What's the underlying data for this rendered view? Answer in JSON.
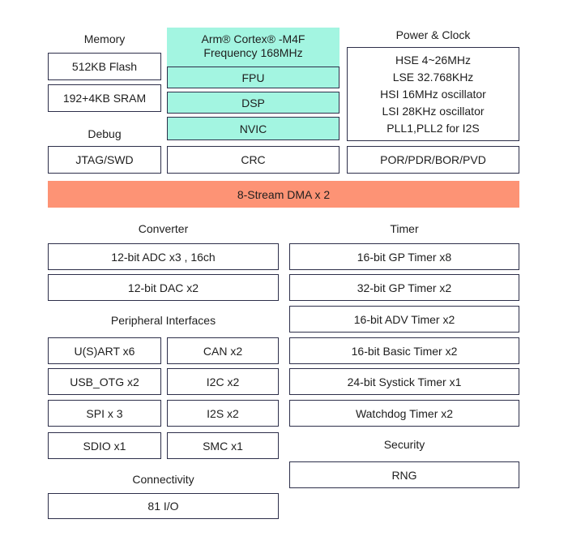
{
  "memory": {
    "title": "Memory",
    "flash": "512KB Flash",
    "sram": "192+4KB SRAM"
  },
  "debug": {
    "title": "Debug",
    "jtag": "JTAG/SWD"
  },
  "core": {
    "line1": "Arm® Cortex® -M4F",
    "line2": "Frequency 168MHz",
    "fpu": "FPU",
    "dsp": "DSP",
    "nvic": "NVIC",
    "crc": "CRC"
  },
  "power_clock": {
    "title": "Power & Clock",
    "items": [
      "HSE 4~26MHz",
      "LSE 32.768KHz",
      "HSI 16MHz oscillator",
      "LSI 28KHz oscillator",
      "PLL1,PLL2 for I2S"
    ],
    "reset": "POR/PDR/BOR/PVD"
  },
  "dma": "8-Stream DMA x 2",
  "converter": {
    "title": "Converter",
    "adc": "12-bit ADC x3 , 16ch",
    "dac": "12-bit DAC x2"
  },
  "peripheral": {
    "title": "Peripheral Interfaces",
    "left": [
      "U(S)ART x6",
      "USB_OTG x2",
      "SPI x 3",
      "SDIO x1"
    ],
    "right": [
      "CAN x2",
      "I2C x2",
      "I2S x2",
      "SMC x1"
    ]
  },
  "connectivity": {
    "title": "Connectivity",
    "io": "81 I/O"
  },
  "timer": {
    "title": "Timer",
    "items": [
      "16-bit GP Timer x8",
      "32-bit GP Timer x2",
      "16-bit  ADV Timer x2",
      "16-bit Basic Timer x2",
      "24-bit  Systick Timer x1",
      "Watchdog Timer x2"
    ]
  },
  "security": {
    "title": "Security",
    "rng": "RNG"
  }
}
